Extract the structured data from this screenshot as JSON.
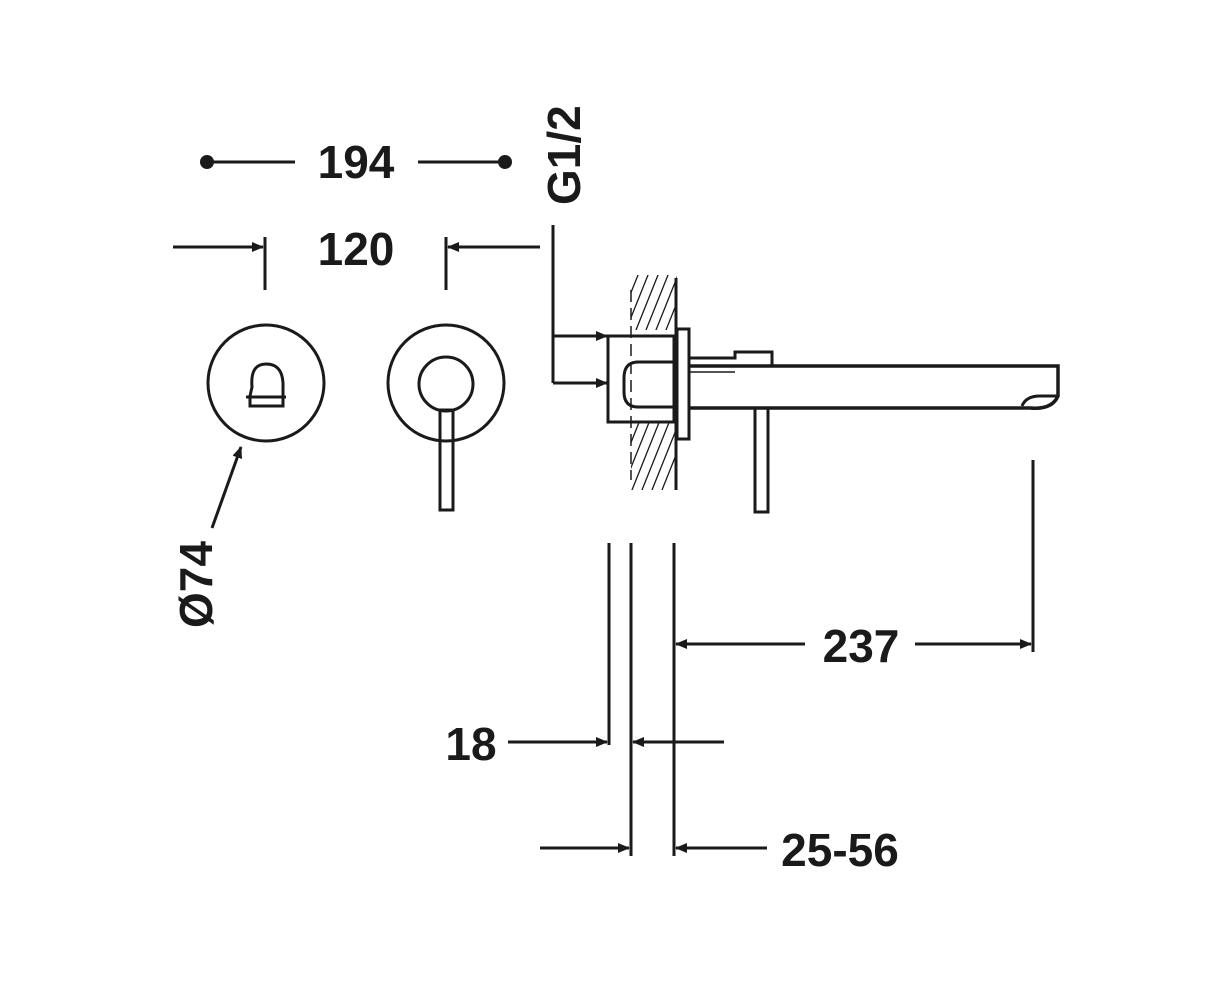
{
  "dimensions": {
    "overall_width": "194",
    "valve_spacing": "120",
    "thread": "G1/2",
    "plate_diameter": "Ø74",
    "spout_projection": "237",
    "plate_thickness": "18",
    "wall_range": "25-56"
  },
  "colors": {
    "ink": "#1a1a1a",
    "background": "#ffffff"
  }
}
